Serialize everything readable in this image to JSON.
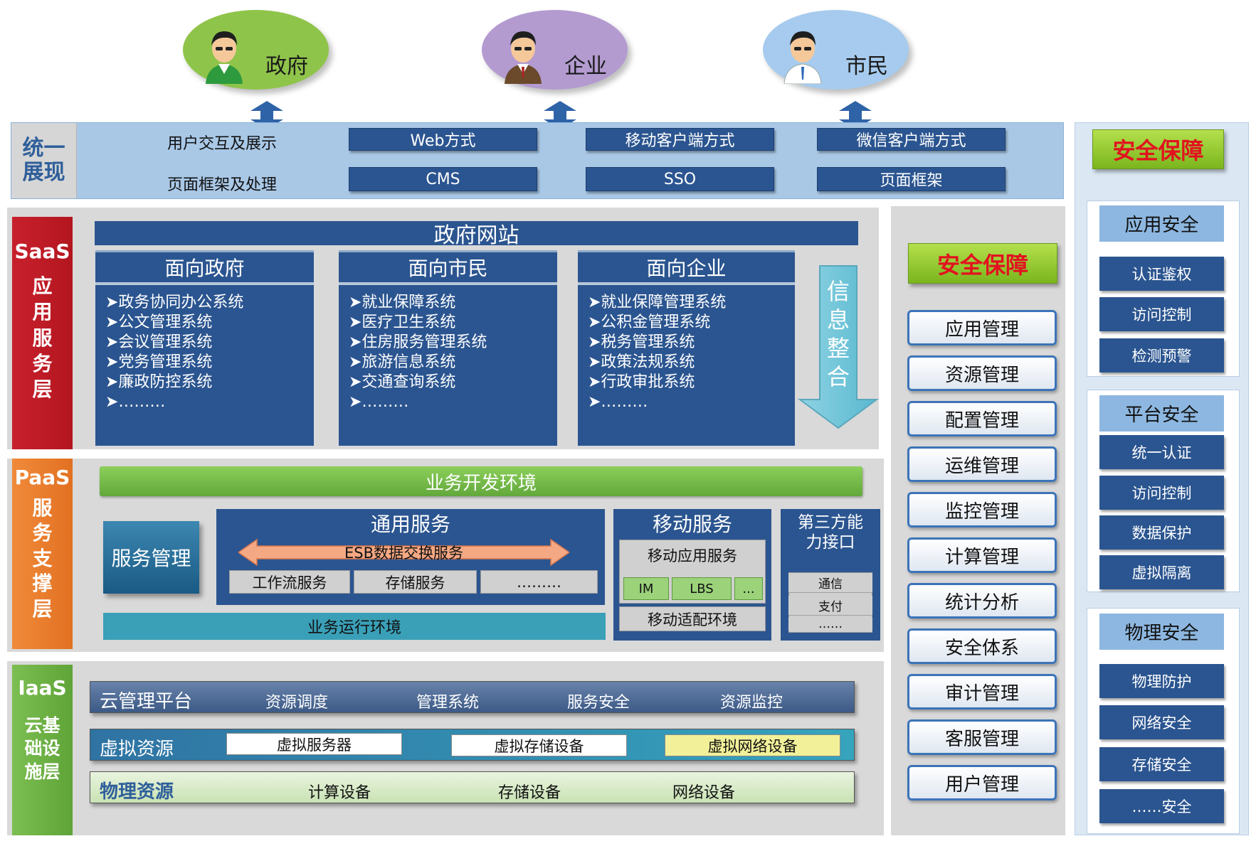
{
  "users": [
    {
      "label": "政府",
      "color": "#8fc44a"
    },
    {
      "label": "企业",
      "color": "#b39bd0"
    },
    {
      "label": "市民",
      "color": "#a6cbee"
    }
  ],
  "unified": {
    "title": "统一展现",
    "row1_label": "用户交互及展示",
    "row2_label": "页面框架及处理",
    "row1": [
      "Web方式",
      "移动客户端方式",
      "微信客户端方式"
    ],
    "row2": [
      "CMS",
      "SSO",
      "页面框架"
    ]
  },
  "saas": {
    "side_top": "SaaS",
    "side_sub": "应用服务层",
    "portal": "政府网站",
    "columns": [
      {
        "title": "面向政府",
        "items": [
          "➤政务协同办公系统",
          "➤公文管理系统",
          "➤会议管理系统",
          "➤党务管理系统",
          "➤廉政防控系统",
          "➤………"
        ]
      },
      {
        "title": "面向市民",
        "items": [
          "➤就业保障系统",
          "➤医疗卫生系统",
          "➤住房服务管理系统",
          "➤旅游信息系统",
          "➤交通查询系统",
          "➤………"
        ]
      },
      {
        "title": "面向企业",
        "items": [
          "➤就业保障管理系统",
          "➤公积金管理系统",
          "➤税务管理系统",
          "➤政策法规系统",
          "➤行政审批系统",
          "➤………"
        ]
      }
    ],
    "info_arrow": "信息整合"
  },
  "paas": {
    "side_top": "PaaS",
    "side_sub": "服务支撑层",
    "dev_env": "业务开发环境",
    "service_mgmt": "服务管理",
    "general": {
      "title": "通用服务",
      "esb": "ESB数据交换服务",
      "cells": [
        "工作流服务",
        "存储服务",
        "………"
      ]
    },
    "runtime": "业务运行环境",
    "mobile": {
      "title": "移动服务",
      "app": "移动应用服务",
      "cells": [
        "IM",
        "LBS",
        "..."
      ],
      "adapt": "移动适配环境"
    },
    "third": {
      "title": "第三方能力接口",
      "cells": [
        "通信",
        "支付",
        "……"
      ]
    }
  },
  "iaas": {
    "side_top": "IaaS",
    "side_sub": "云基础设施层",
    "cloud": {
      "title": "云管理平台",
      "items": [
        "资源调度",
        "管理系统",
        "服务安全",
        "资源监控"
      ]
    },
    "virtual": {
      "title": "虚拟资源",
      "items": [
        "虚拟服务器",
        "虚拟存储设备",
        "虚拟网络设备"
      ]
    },
    "physical": {
      "title": "物理资源",
      "items": [
        "计算设备",
        "存储设备",
        "网络设备"
      ]
    }
  },
  "mgmt": {
    "title": "安全保障",
    "items": [
      "应用管理",
      "资源管理",
      "配置管理",
      "运维管理",
      "监控管理",
      "计算管理",
      "统计分析",
      "安全体系",
      "审计管理",
      "客服管理",
      "用户管理"
    ]
  },
  "security": {
    "title": "安全保障",
    "groups": [
      {
        "title": "应用安全",
        "items": [
          "认证鉴权",
          "访问控制",
          "检测预警"
        ]
      },
      {
        "title": "平台安全",
        "items": [
          "统一认证",
          "访问控制",
          "数据保护",
          "虚拟隔离"
        ]
      },
      {
        "title": "物理安全",
        "items": [
          "物理防护",
          "网络安全",
          "存储安全",
          "……安全"
        ]
      }
    ]
  }
}
